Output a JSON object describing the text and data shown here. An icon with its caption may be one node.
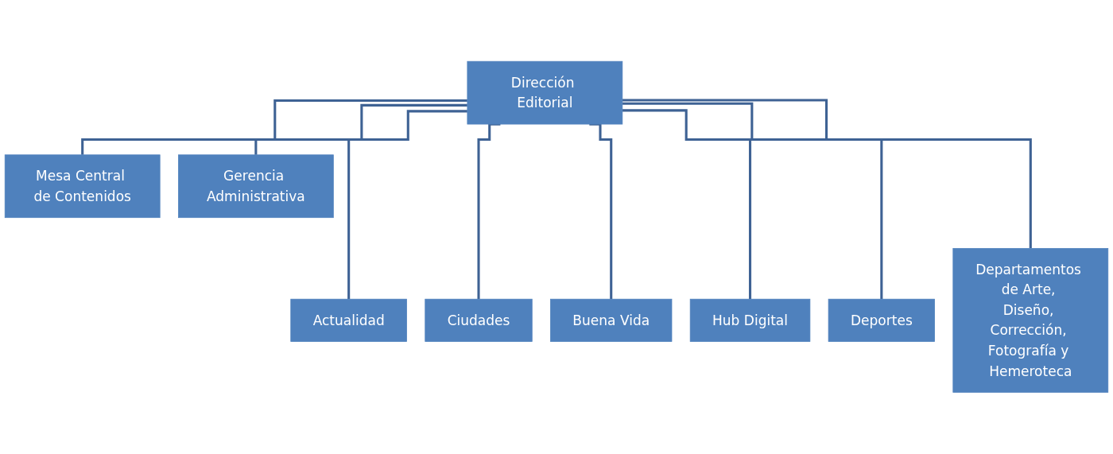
{
  "diagram": {
    "nodes": [
      {
        "text": [
          "Dirección Editorial"
        ]
      },
      {
        "text": [
          "Mesa Central de Contenidos"
        ]
      },
      {
        "text": [
          "Gerencia Administrativa"
        ]
      },
      {
        "text": [
          "Actualidad"
        ]
      },
      {
        "text": [
          "Ciudades"
        ]
      },
      {
        "text": [
          "Buena Vida"
        ]
      },
      {
        "text": [
          "Hub Digital"
        ]
      },
      {
        "text": [
          "Deportes"
        ]
      },
      {
        "text": [
          "Departamentos de Arte, Diseño, Corrección, Fotografía y Hemeroteca"
        ]
      }
    ],
    "edges": [
      {
        "from": 0,
        "to": 1,
        "arrow": "none"
      },
      {
        "from": 0,
        "to": 2,
        "arrow": "none"
      },
      {
        "from": 0,
        "to": 3,
        "arrow": "none"
      },
      {
        "from": 0,
        "to": 4,
        "arrow": "none"
      },
      {
        "from": 0,
        "to": 5,
        "arrow": "none"
      },
      {
        "from": 0,
        "to": 6,
        "arrow": "none"
      },
      {
        "from": 0,
        "to": 7,
        "arrow": "none"
      },
      {
        "from": 0,
        "to": 8,
        "arrow": "none"
      }
    ]
  }
}
